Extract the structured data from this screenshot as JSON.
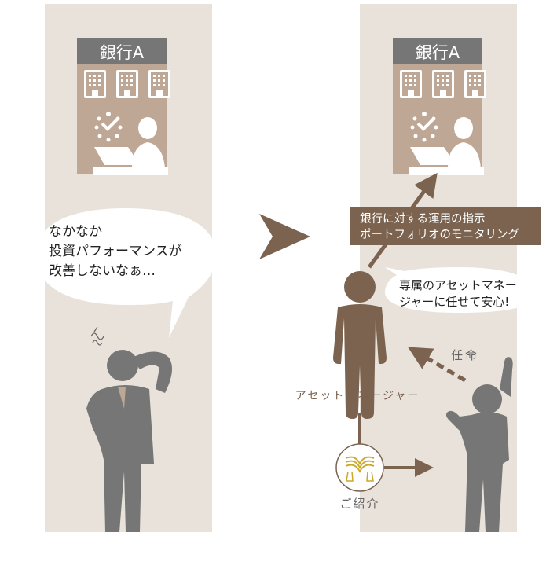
{
  "colors": {
    "panel": "#e9e2db",
    "bank": "#bfa795",
    "bank_header": "#767676",
    "brown": "#7b6350",
    "gray": "#767676",
    "gold": "#c9a92a"
  },
  "before": {
    "bank_name": "銀行A",
    "speech_lines": [
      "なかなか",
      "投資パフォーマンスが",
      "改善しないなぁ…"
    ]
  },
  "after": {
    "bank_name": "銀行A",
    "instruction_lines": [
      "銀行に対する運用の指示",
      "ポートフォリオのモニタリング"
    ],
    "speech_lines": [
      "専属のアセットマネー",
      "ジャーに任せて安心!"
    ],
    "manager_label": "アセットマネージャー",
    "appoint_label": "任命",
    "introduce_label": "ご紹介"
  }
}
